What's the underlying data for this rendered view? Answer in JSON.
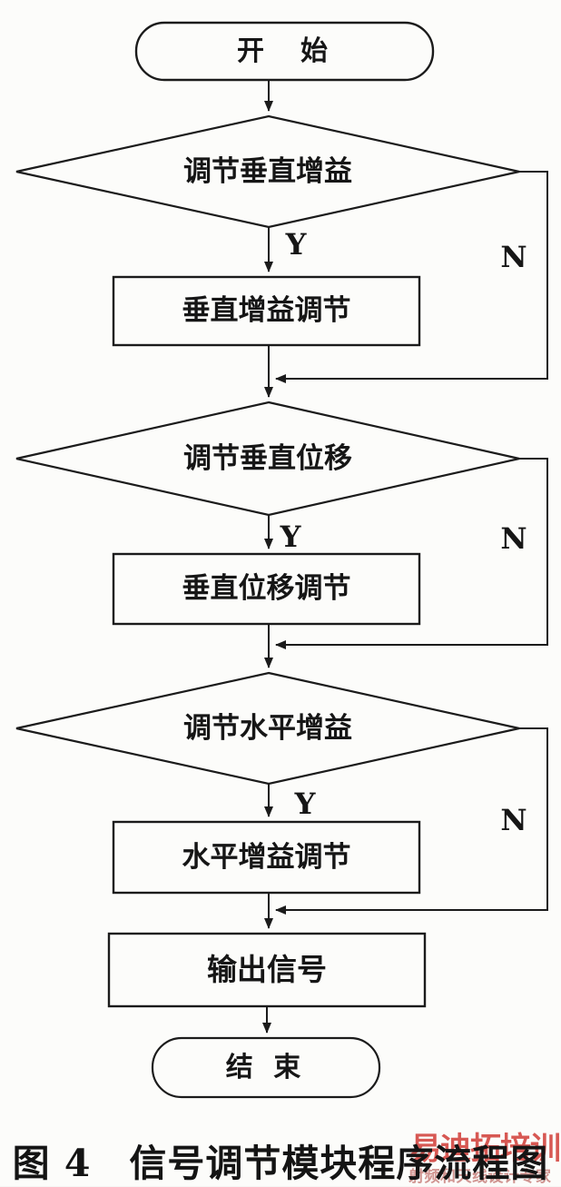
{
  "figure": {
    "caption": "图 4　信号调节模块程序流程图"
  },
  "flowchart": {
    "start_label": "开　始",
    "decision1_label": "调节垂直增益",
    "process1_label": "垂直增益调节",
    "decision2_label": "调节垂直位移",
    "process2_label": "垂直位移调节",
    "decision3_label": "调节水平增益",
    "process3_label": "水平增益调节",
    "process4_label": "输出信号",
    "end_label": "结 束",
    "yes_label": "Y",
    "no_label": "N",
    "line_color": "#1b1b1b"
  },
  "watermark": {
    "logo": "易迪拓培训",
    "tagline": "射频和天线设计专家",
    "logo_color": "#d2423c",
    "tagline_color": "#c9827e"
  }
}
